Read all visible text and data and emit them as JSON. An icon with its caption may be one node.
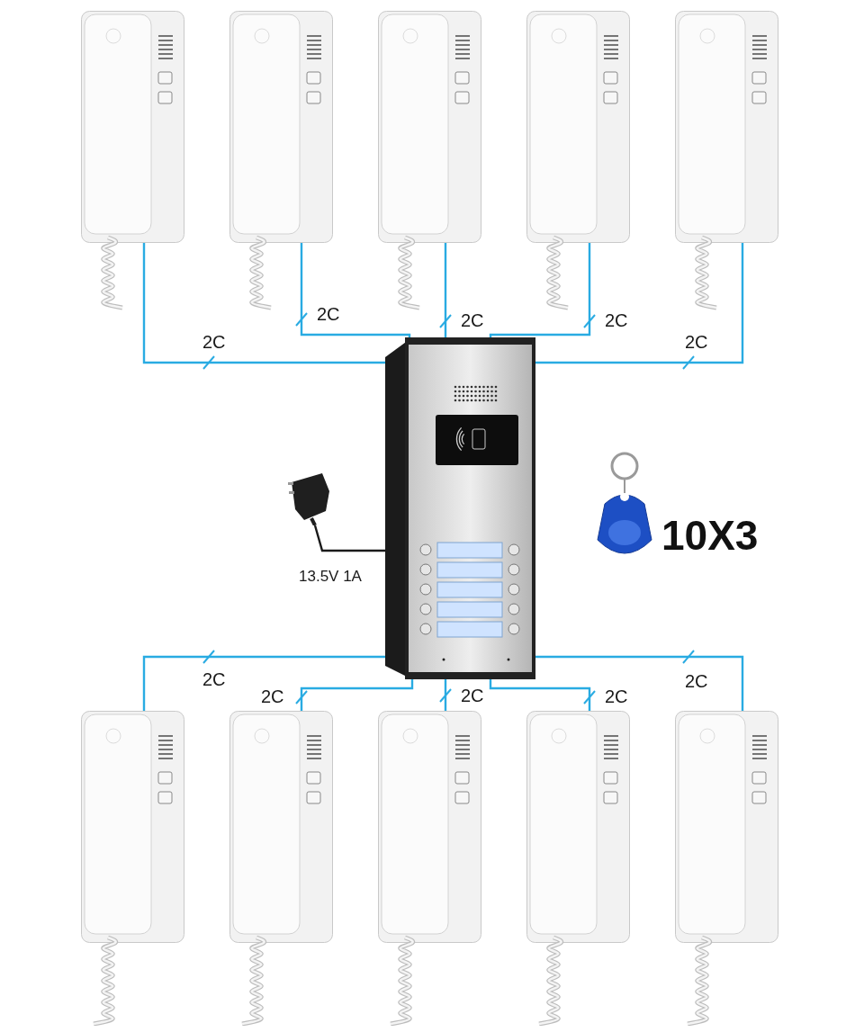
{
  "diagram": {
    "nodes": [
      {
        "text": [],
        "shape": "picture"
      },
      {
        "text": [],
        "shape": "picture"
      },
      {
        "text": [],
        "shape": "picture"
      },
      {
        "text": [],
        "shape": "picture"
      },
      {
        "text": [],
        "shape": "picture"
      },
      {
        "text": [],
        "shape": "picture"
      },
      {
        "text": [],
        "shape": "picture"
      },
      {
        "text": [],
        "shape": "picture",
        "beside": [
          "10X3"
        ]
      },
      {
        "text": [],
        "shape": "picture"
      },
      {
        "text": [],
        "shape": "picture"
      },
      {
        "text": [],
        "shape": "picture"
      },
      {
        "text": [],
        "shape": "picture"
      },
      {
        "text": [],
        "shape": "picture"
      }
    ],
    "edges": [
      {
        "from": 0,
        "to": 6,
        "arrow": "none",
        "label": "2C"
      },
      {
        "from": 1,
        "to": 6,
        "arrow": "none",
        "label": "2C"
      },
      {
        "from": 2,
        "to": 6,
        "arrow": "none",
        "label": "2C"
      },
      {
        "from": 3,
        "to": 6,
        "arrow": "none",
        "label": "2C"
      },
      {
        "from": 4,
        "to": 6,
        "arrow": "none",
        "label": "2C"
      },
      {
        "from": 8,
        "to": 6,
        "arrow": "none",
        "label": "2C"
      },
      {
        "from": 9,
        "to": 6,
        "arrow": "none",
        "label": "2C"
      },
      {
        "from": 10,
        "to": 6,
        "arrow": "none",
        "label": "2C"
      },
      {
        "from": 11,
        "to": 6,
        "arrow": "none",
        "label": "2C"
      },
      {
        "from": 12,
        "to": 6,
        "arrow": "none",
        "label": "2C"
      },
      {
        "from": 5,
        "to": 6,
        "arrow": "none",
        "label": "13.5V 1A",
        "color": "#1a1a1a"
      }
    ]
  }
}
